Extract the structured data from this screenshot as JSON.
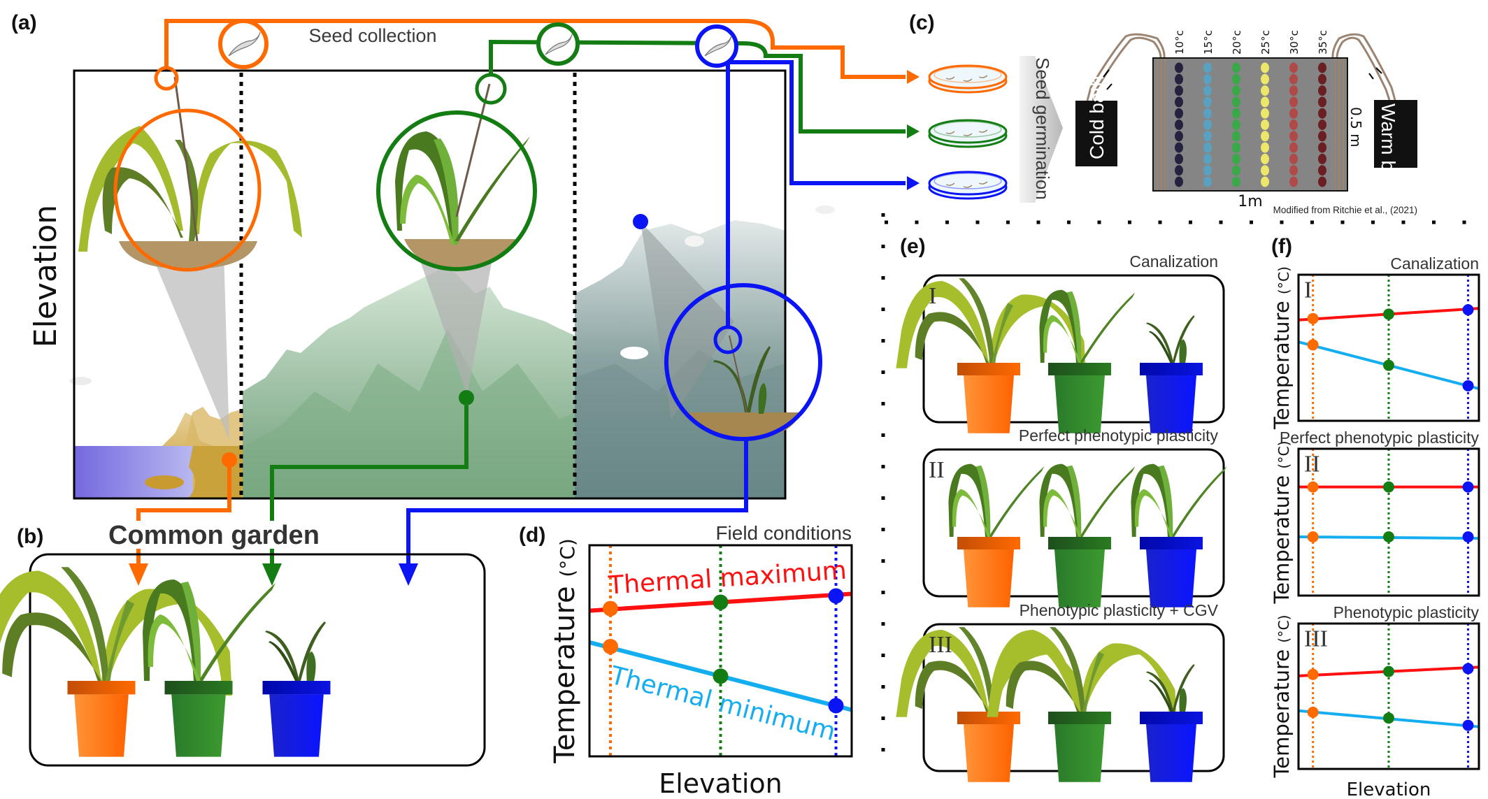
{
  "figure": {
    "colors": {
      "low": "#ff6a00",
      "mid": "#137d13",
      "high": "#0a14f5",
      "thermal_max": "#ff1010",
      "thermal_min": "#14aef0",
      "text": "#333333"
    }
  },
  "panel_a": {
    "label": "(a)",
    "y_axis_label": "Elevation",
    "seed_collection_label": "Seed collection",
    "sites": [
      "low",
      "mid",
      "high"
    ]
  },
  "panel_b": {
    "label": "(b)",
    "title": "Common garden",
    "pots": [
      "low",
      "mid",
      "high"
    ]
  },
  "panel_c": {
    "label": "(c)",
    "seed_germination_label": "Seed germination",
    "cold_bath_label": "Cold bath",
    "warm_bath_label": "Warm bath",
    "width_label": "1m",
    "height_label": "0.5 m",
    "credit": "Modified from Ritchie et al., (2021)",
    "temperature_columns": [
      {
        "label": "10°c",
        "color": "#25223f"
      },
      {
        "label": "15°c",
        "color": "#5aa0c0"
      },
      {
        "label": "20°c",
        "color": "#3aa848"
      },
      {
        "label": "25°c",
        "color": "#ece66a"
      },
      {
        "label": "30°c",
        "color": "#b04a48"
      },
      {
        "label": "35°c",
        "color": "#6a1f22"
      }
    ],
    "dots_per_column": 11
  },
  "panel_e": {
    "label": "(e)",
    "scenarios": [
      {
        "numeral": "I",
        "title": "Canalization"
      },
      {
        "numeral": "II",
        "title": "Perfect phenotypic plasticity"
      },
      {
        "numeral": "III",
        "title": "Phenotypic plasticity + CGV"
      }
    ]
  },
  "chart_data": [
    {
      "id": "d",
      "type": "line",
      "panel_label": "(d)",
      "title": "Field conditions",
      "xlabel": "Elevation",
      "ylabel": "Temperature (°C)",
      "x_categories": [
        "low",
        "mid",
        "high"
      ],
      "x": [
        0.08,
        0.5,
        0.94
      ],
      "xlim": [
        0,
        1
      ],
      "ylim": [
        0,
        1
      ],
      "grid": false,
      "series": [
        {
          "name": "Thermal maximum",
          "line_label": "Thermal maximum",
          "color": "#ff1010",
          "values": [
            0.7,
            0.73,
            0.76
          ],
          "endpoints": [
            0.69,
            0.77
          ]
        },
        {
          "name": "Thermal minimum",
          "line_label": "Thermal minimum",
          "color": "#14aef0",
          "values": [
            0.52,
            0.38,
            0.24
          ],
          "endpoints": [
            0.54,
            0.22
          ]
        }
      ],
      "point_colors": [
        "#ff6a00",
        "#137d13",
        "#0a14f5"
      ]
    },
    {
      "id": "f1",
      "type": "line",
      "panel_label": "(f)",
      "numeral": "I",
      "title": "Canalization",
      "xlabel": "",
      "ylabel": "Temperature (°C)",
      "x": [
        0.08,
        0.5,
        0.94
      ],
      "xlim": [
        0,
        1
      ],
      "ylim": [
        0,
        1
      ],
      "series": [
        {
          "name": "Thermal maximum",
          "color": "#ff1010",
          "values": [
            0.7,
            0.73,
            0.76
          ],
          "endpoints": [
            0.69,
            0.77
          ]
        },
        {
          "name": "Thermal minimum",
          "color": "#14aef0",
          "values": [
            0.52,
            0.38,
            0.24
          ],
          "endpoints": [
            0.54,
            0.22
          ]
        }
      ],
      "point_colors": [
        "#ff6a00",
        "#137d13",
        "#0a14f5"
      ]
    },
    {
      "id": "f2",
      "type": "line",
      "numeral": "II",
      "title": "Perfect phenotypic plasticity",
      "xlabel": "",
      "ylabel": "Temperature (°C)",
      "x": [
        0.08,
        0.5,
        0.94
      ],
      "xlim": [
        0,
        1
      ],
      "ylim": [
        0,
        1
      ],
      "series": [
        {
          "name": "Thermal maximum",
          "color": "#ff1010",
          "values": [
            0.74,
            0.74,
            0.74
          ],
          "endpoints": [
            0.74,
            0.74
          ]
        },
        {
          "name": "Thermal minimum",
          "color": "#14aef0",
          "values": [
            0.4,
            0.4,
            0.4
          ],
          "endpoints": [
            0.4,
            0.39
          ]
        }
      ],
      "point_colors": [
        "#ff6a00",
        "#137d13",
        "#0a14f5"
      ]
    },
    {
      "id": "f3",
      "type": "line",
      "numeral": "III",
      "title": "Phenotypic plasticity",
      "xlabel": "Elevation",
      "ylabel": "Temperature (°C)",
      "x": [
        0.08,
        0.5,
        0.94
      ],
      "xlim": [
        0,
        1
      ],
      "ylim": [
        0,
        1
      ],
      "series": [
        {
          "name": "Thermal maximum",
          "color": "#ff1010",
          "values": [
            0.65,
            0.67,
            0.69
          ],
          "endpoints": [
            0.64,
            0.7
          ]
        },
        {
          "name": "Thermal minimum",
          "color": "#14aef0",
          "values": [
            0.39,
            0.35,
            0.3
          ],
          "endpoints": [
            0.4,
            0.29
          ]
        }
      ],
      "point_colors": [
        "#ff6a00",
        "#137d13",
        "#0a14f5"
      ]
    }
  ]
}
